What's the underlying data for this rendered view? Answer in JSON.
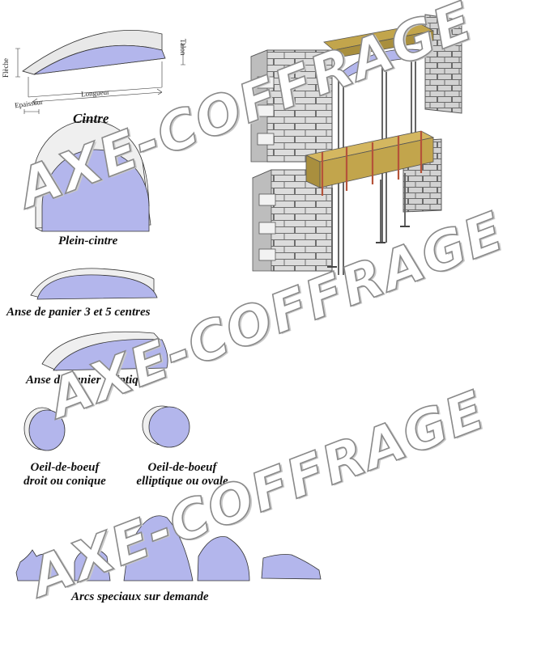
{
  "colors": {
    "face": "#b3b6ec",
    "stone": "#d8d8d8",
    "formwork": "#c2a54c",
    "watermark_outline": "#8a8a8a"
  },
  "dimension_labels": {
    "height": "Flèche",
    "heel": "Talon",
    "thickness": "Epaisseur",
    "length": "Longueur"
  },
  "shapes": [
    {
      "id": "cintre",
      "label": "Cintre"
    },
    {
      "id": "plein-cintre",
      "label": "Plein-cintre"
    },
    {
      "id": "anse-3-5",
      "label": "Anse de panier 3 et 5 centres"
    },
    {
      "id": "anse-elliptique",
      "label": "Anse de panier elliptique"
    },
    {
      "id": "oeil-droit",
      "label_line1": "Oeil-de-boeuf",
      "label_line2": "droit ou conique"
    },
    {
      "id": "oeil-elliptique",
      "label_line1": "Oeil-de-boeuf",
      "label_line2": "elliptique ou ovale"
    },
    {
      "id": "arcs-speciaux",
      "label": "Arcs speciaux sur demande"
    }
  ],
  "watermark": "AXE-COFFRAGE"
}
